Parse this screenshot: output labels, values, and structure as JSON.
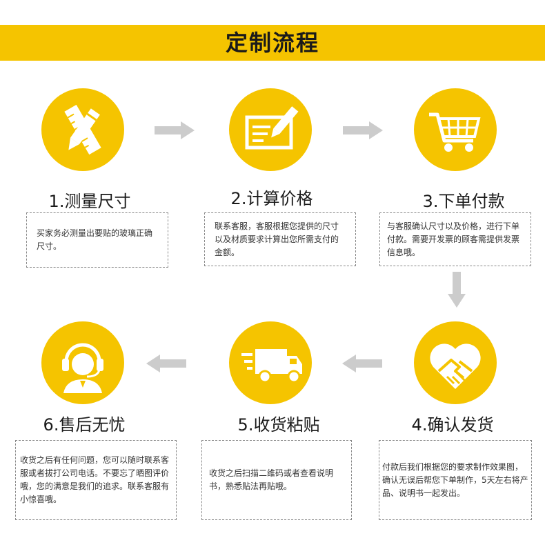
{
  "header": {
    "title": "定制流程"
  },
  "steps": [
    {
      "title": "1.测量尺寸",
      "desc": "买家务必测量出要贴的玻璃正确尺寸。",
      "icon": "ruler-pencil-icon"
    },
    {
      "title": "2.计算价格",
      "desc": "联系客服，客服根据您提供的尺寸以及材质要求计算出您所需支付的金额。",
      "icon": "form-pen-icon"
    },
    {
      "title": "3.下单付款",
      "desc": "与客服确认尺寸以及价格，进行下单付款。需要开发票的顾客需提供发票信息哦。",
      "icon": "shopping-cart-icon"
    },
    {
      "title": "4.确认发货",
      "desc": "付款后我们根据您的要求制作效果图，确认无误后帮您下单制作，5天左右将产品、说明书一起发出。",
      "icon": "handshake-heart-icon"
    },
    {
      "title": "5.收货粘贴",
      "desc": "收货之后扫描二维码或者查看说明书，熟悉贴法再贴哦。",
      "icon": "delivery-truck-icon"
    },
    {
      "title": "6.售后无忧",
      "desc": "收货之后有任何问题，您可以随时联系客服或者拔打公司电话。不要忘了晒图评价哦，您的满意是我们的追求。联系客服有小惊喜哦。",
      "icon": "customer-service-headset-icon"
    }
  ],
  "colors": {
    "accent": "#f5c400",
    "arrow": "#cccccc",
    "icon": "#ffffff"
  }
}
